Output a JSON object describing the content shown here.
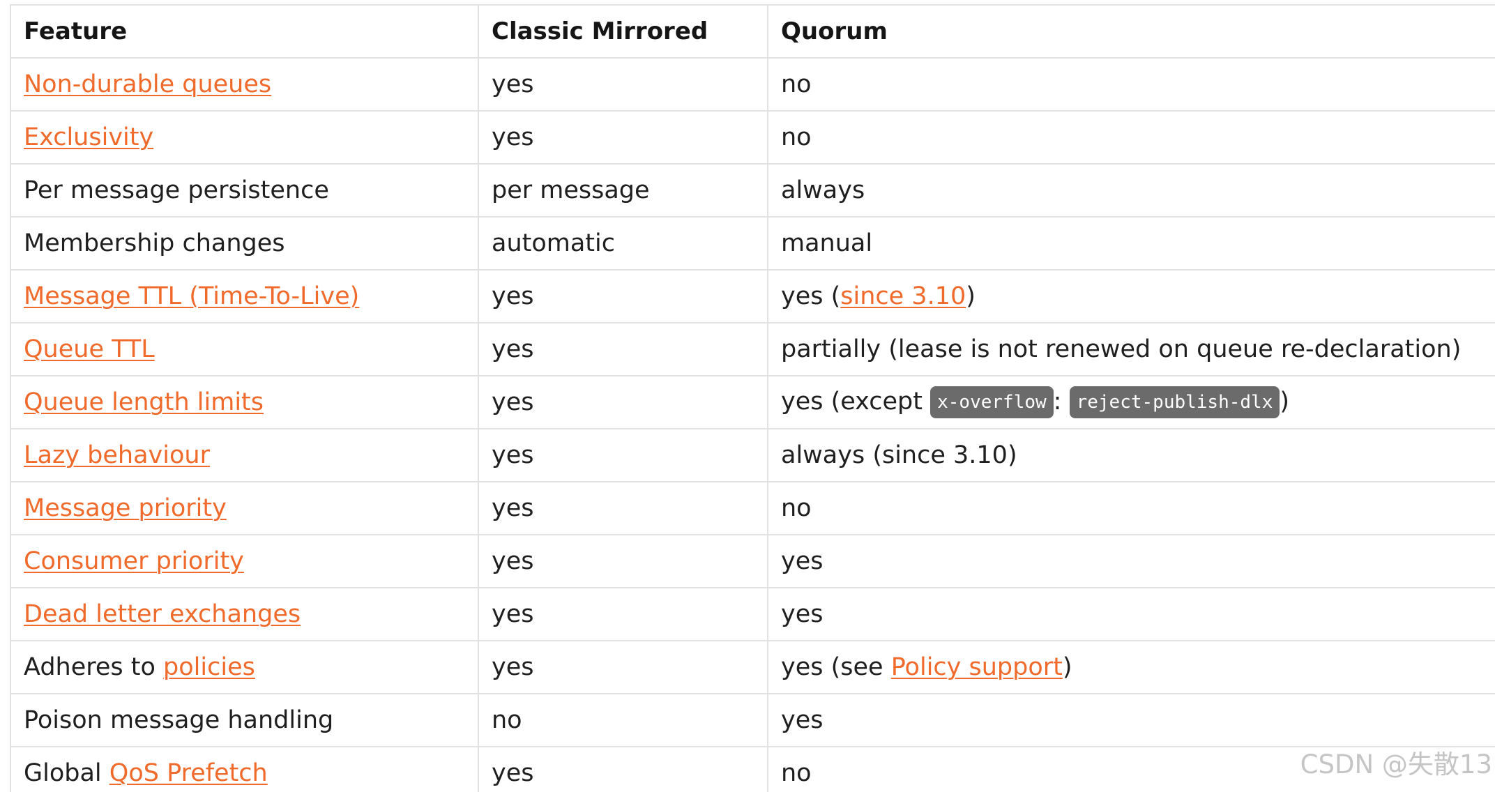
{
  "table": {
    "headers": [
      "Feature",
      "Classic Mirrored",
      "Quorum"
    ],
    "rows": [
      {
        "feature": "Non-durable queues",
        "classic": "yes",
        "quorum": "no"
      },
      {
        "feature": "Exclusivity",
        "classic": "yes",
        "quorum": "no"
      },
      {
        "feature": "Per message persistence",
        "classic": "per message",
        "quorum": "always"
      },
      {
        "feature": "Membership changes",
        "classic": "automatic",
        "quorum": "manual"
      },
      {
        "feature": "Message TTL (Time-To-Live)",
        "classic": "yes",
        "quorum_prefix": "yes (",
        "quorum_link": "since 3.10",
        "quorum_suffix": ")"
      },
      {
        "feature": "Queue TTL",
        "classic": "yes",
        "quorum": "partially (lease is not renewed on queue re-declaration)"
      },
      {
        "feature": "Queue length limits",
        "classic": "yes",
        "quorum_prefix": "yes (except ",
        "quorum_code1": "x-overflow",
        "quorum_sep": ": ",
        "quorum_code2": "reject-publish-dlx",
        "quorum_suffix": ")"
      },
      {
        "feature": "Lazy behaviour",
        "classic": "yes",
        "quorum": "always (since 3.10)"
      },
      {
        "feature": "Message priority",
        "classic": "yes",
        "quorum": "no"
      },
      {
        "feature": "Consumer priority",
        "classic": "yes",
        "quorum": "yes"
      },
      {
        "feature": "Dead letter exchanges",
        "classic": "yes",
        "quorum": "yes"
      },
      {
        "feature_prefix": "Adheres to ",
        "feature_link": "policies",
        "classic": "yes",
        "quorum_prefix": "yes (see ",
        "quorum_link": "Policy support",
        "quorum_suffix": ")"
      },
      {
        "feature": "Poison message handling",
        "classic": "no",
        "quorum": "yes"
      },
      {
        "feature_prefix": "Global ",
        "feature_link": "QoS Prefetch",
        "classic": "yes",
        "quorum": "no"
      }
    ]
  },
  "watermark": "CSDN @失散13",
  "colors": {
    "link": "#f06a2b",
    "border": "#e2e2e2",
    "code_bg": "#6b6b6b"
  }
}
